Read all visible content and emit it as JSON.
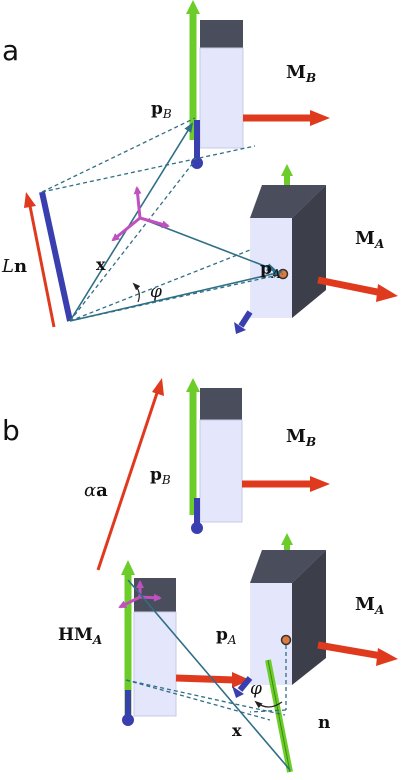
{
  "panels": [
    {
      "letter": "a",
      "labels": {
        "mb_main": "M",
        "mb_sub": "B",
        "ma_main": "M",
        "ma_sub": "A",
        "pb_main": "p",
        "pb_sub": "B",
        "pa_main": "p",
        "pa_sub": "A",
        "ln_a": "L",
        "ln_b": "n",
        "x": "x",
        "phi": "φ"
      }
    },
    {
      "letter": "b",
      "labels": {
        "mb_main": "M",
        "mb_sub": "B",
        "ma_main": "M",
        "ma_sub": "A",
        "pb_main": "p",
        "pb_sub": "B",
        "pa_main": "p",
        "pa_sub": "A",
        "hma_main": "HM",
        "hma_sub": "A",
        "alpha": "α",
        "a": "a",
        "x": "x",
        "n": "n",
        "phi": "φ"
      }
    }
  ],
  "colors": {
    "green_axis": "#6ccd2a",
    "red_axis": "#e03a1e",
    "blue_axis": "#3a3fb0",
    "magenta_axis": "#c050c0",
    "teal_line": "#2f6f86",
    "box_face": "#e4e6fb",
    "box_top": "#4a4d5c",
    "box_side": "#3c3e4a"
  }
}
